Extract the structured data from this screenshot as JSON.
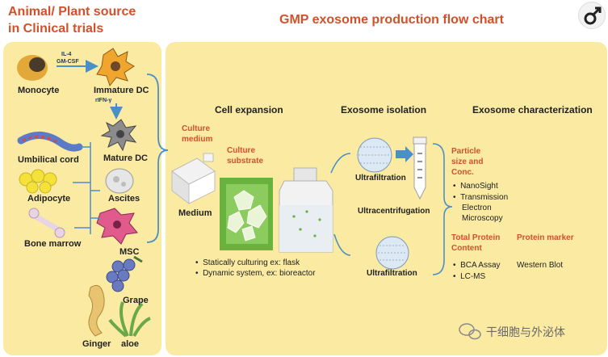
{
  "header": {
    "left_title_line1": "Animal/ Plant source",
    "left_title_line2": "in Clinical trials",
    "main_title": "GMP exosome production flow chart"
  },
  "sources": {
    "arrow_label_line1": "IL-4",
    "arrow_label_line2": "GM-CSF",
    "ifn_label": "rIFN-γ",
    "monocyte": "Monocyte",
    "immature_dc": "Immature DC",
    "mature_dc": "Mature DC",
    "umbilical_cord": "Umbilical cord",
    "adipocyte": "Adipocyte",
    "ascites": "Ascites",
    "bone_marrow": "Bone marrow",
    "msc": "MSC",
    "grape": "Grape",
    "ginger": "Ginger",
    "aloe": "aloe"
  },
  "expansion": {
    "heading": "Cell expansion",
    "culture_medium_line1": "Culture",
    "culture_medium_line2": "medium",
    "culture_substrate_line1": "Culture",
    "culture_substrate_line2": "substrate",
    "medium": "Medium",
    "bullets": [
      "Statically culturing ex: flask",
      "Dynamic system, ex: bioreactor"
    ]
  },
  "isolation": {
    "heading": "Exosome isolation",
    "ultrafiltration_top": "Ultrafiltration",
    "ultracentrifugation": "Ultracentrifugation",
    "ultrafiltration_bottom": "Ultrafiltration"
  },
  "characterization": {
    "heading": "Exosome characterization",
    "particle_line1": "Particle",
    "particle_line2": "size and",
    "particle_line3": "Conc.",
    "particle_items": [
      "NanoSight",
      "Transmission",
      "Electron",
      "Microscopy"
    ],
    "protein_content_line1": "Total Protein",
    "protein_content_line2": "Content",
    "protein_items": [
      "BCA Assay",
      "LC-MS"
    ],
    "marker_heading": "Protein marker",
    "marker_item": "Western Blot"
  },
  "watermark": {
    "text": "干细胞与外泌体"
  },
  "colors": {
    "panel": "#fbeaa2",
    "title_orange": "#d4502a",
    "accent_green": "#6ab23e",
    "arrow_blue": "#4a90c8"
  }
}
